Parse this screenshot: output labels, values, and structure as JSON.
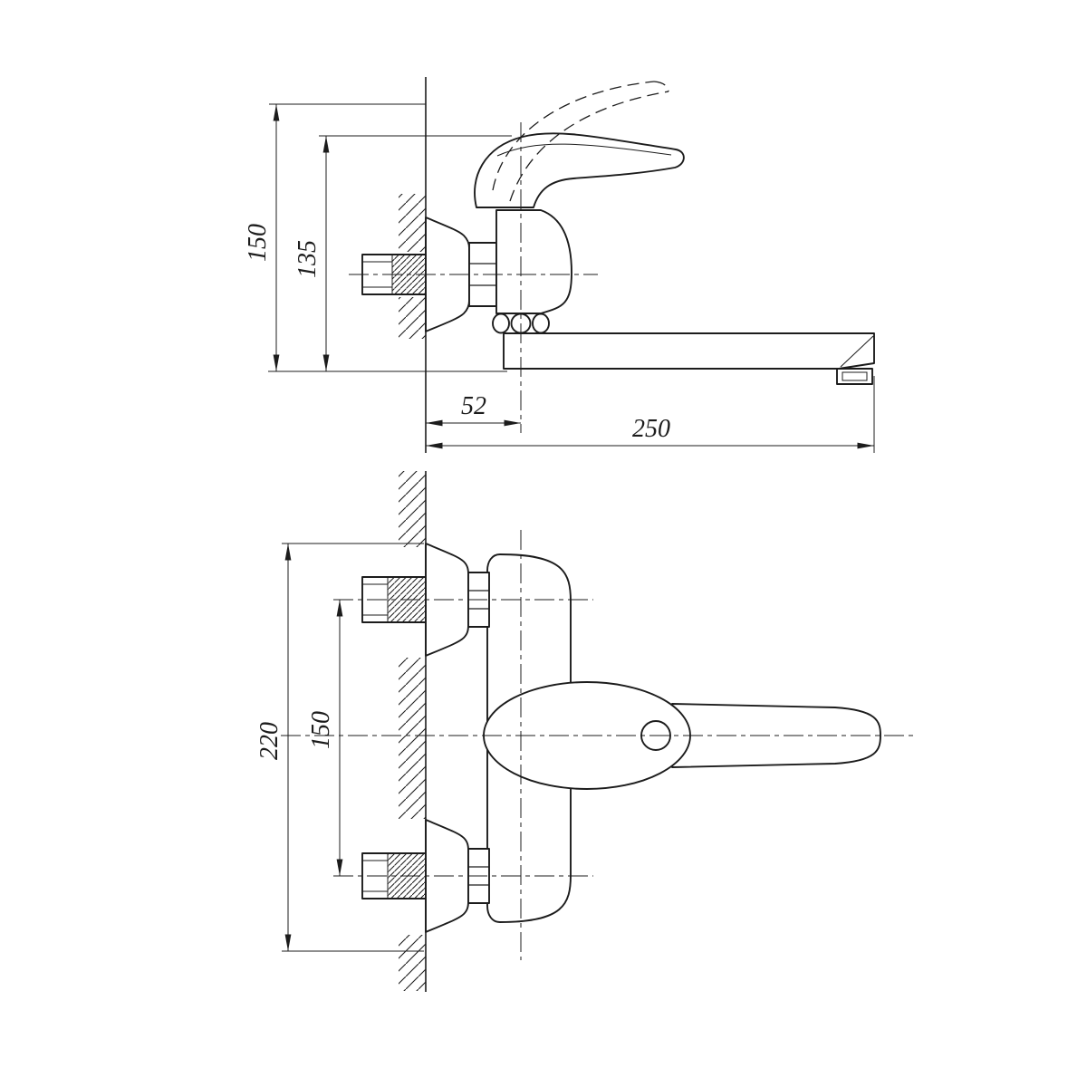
{
  "drawing": {
    "line_color": "#1c1c1c",
    "side": {
      "overall_height": "150",
      "body_height": "135",
      "wall_to_axis": "52",
      "spout_reach": "250"
    },
    "front": {
      "overall_height": "220",
      "mount_spacing": "150"
    }
  }
}
